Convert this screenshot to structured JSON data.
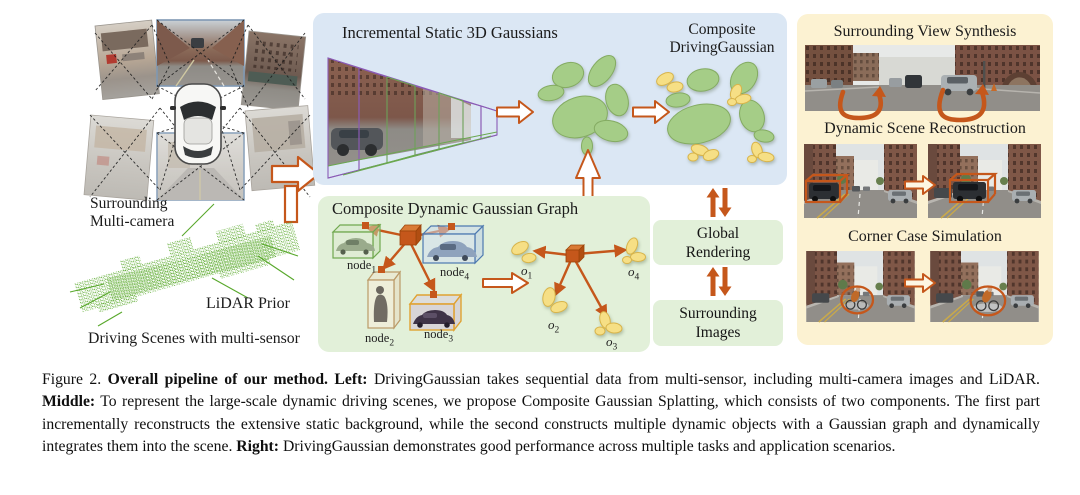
{
  "figure": {
    "left_section": {
      "camera_label_line1": "Surrounding",
      "camera_label_line2": "Multi-camera",
      "lidar_label": "LiDAR Prior",
      "bottom_label": "Driving Scenes with multi-sensor"
    },
    "static_panel": {
      "title": "Incremental Static 3D Gaussians",
      "composite_title_line1": "Composite",
      "composite_title_line2": "DrivingGaussian"
    },
    "dynamic_panel": {
      "title": "Composite Dynamic Gaussian Graph",
      "nodes": [
        {
          "label": "node",
          "sub": "1"
        },
        {
          "label": "node",
          "sub": "2"
        },
        {
          "label": "node",
          "sub": "3"
        },
        {
          "label": "node",
          "sub": "4"
        }
      ],
      "objects": [
        {
          "label": "o",
          "sub": "1"
        },
        {
          "label": "o",
          "sub": "2"
        },
        {
          "label": "o",
          "sub": "3"
        },
        {
          "label": "o",
          "sub": "4"
        }
      ]
    },
    "render_boxes": {
      "global_line1": "Global",
      "global_line2": "Rendering",
      "surround_line1": "Surrounding",
      "surround_line2": "Images"
    },
    "applications_panel": {
      "titles": [
        "Surrounding View Synthesis",
        "Dynamic Scene Reconstruction",
        "Corner Case Simulation"
      ]
    },
    "colors": {
      "accent_orange": "#c5571b",
      "panel_blue": "#dbe7f4",
      "panel_green": "#e2f0d9",
      "panel_yellow": "#fcf2d2",
      "gaussian_green": "#a5cd87",
      "gaussian_yellow": "#f6df85",
      "lidar_green": "#58a82b"
    }
  },
  "caption": {
    "prefix": "Figure 2. ",
    "bold1": "Overall pipeline of our method. Left:",
    "text1": " DrivingGaussian takes sequential data from multi-sensor, including multi-camera images and LiDAR. ",
    "bold2": "Middle:",
    "text2": " To represent the large-scale dynamic driving scenes, we propose Composite Gaussian Splatting, which consists of two components. The first part incrementally reconstructs the extensive static background, while the second constructs multiple dynamic objects with a Gaussian graph and dynamically integrates them into the scene. ",
    "bold3": "Right:",
    "text3": " DrivingGaussian demonstrates good performance across multiple tasks and application scenarios."
  }
}
